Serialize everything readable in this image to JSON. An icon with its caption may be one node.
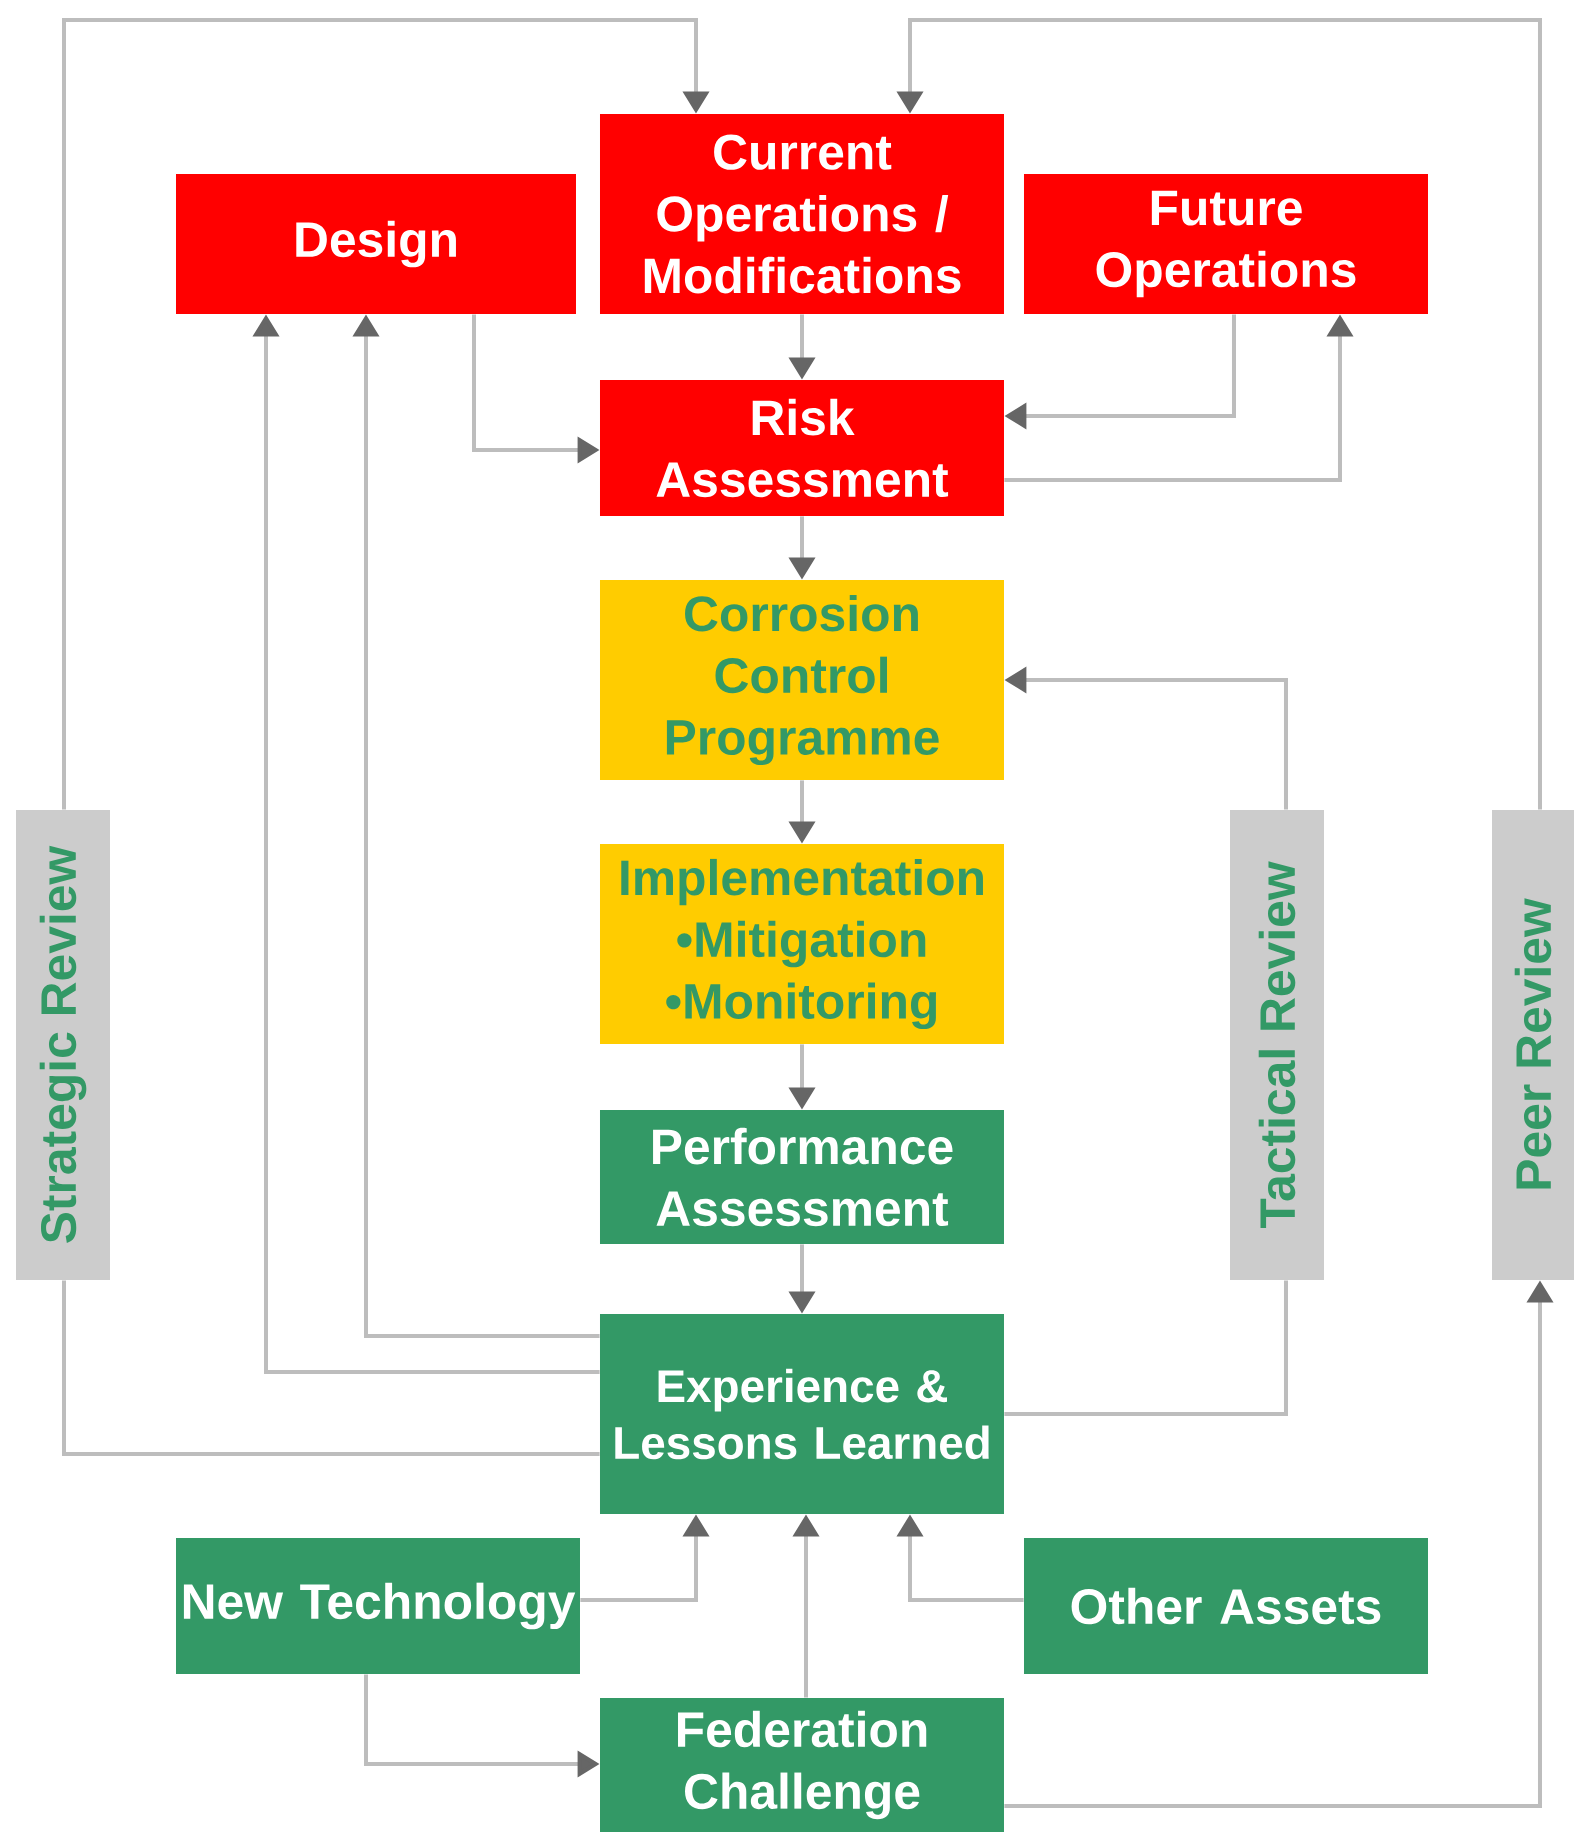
{
  "diagram": {
    "nodes": [
      {
        "text": [
          "Current Operations / Modifications"
        ]
      },
      {
        "text": [
          "Design"
        ]
      },
      {
        "text": [
          "Future Operations"
        ]
      },
      {
        "text": [
          "Risk Assessment"
        ]
      },
      {
        "text": [
          "Corrosion Control Programme"
        ]
      },
      {
        "text": [
          "Implementation",
          "•Mitigation",
          "•Monitoring"
        ]
      },
      {
        "text": [
          "Performance Assessment"
        ]
      },
      {
        "text": [
          "Experience & Lessons Learned"
        ]
      },
      {
        "text": [
          "New Technology"
        ]
      },
      {
        "text": [
          "Other Assets"
        ]
      },
      {
        "text": [
          "Federation Challenge"
        ]
      },
      {
        "text": [
          "Strategic Review"
        ]
      },
      {
        "text": [
          "Tactical Review"
        ]
      },
      {
        "text": [
          "Peer Review"
        ]
      }
    ],
    "edges": [
      {
        "from": 0,
        "to": 3,
        "arrow": "to"
      },
      {
        "from": 3,
        "to": 4,
        "arrow": "to"
      },
      {
        "from": 4,
        "to": 5,
        "arrow": "to"
      },
      {
        "from": 5,
        "to": 6,
        "arrow": "to"
      },
      {
        "from": 6,
        "to": 7,
        "arrow": "to"
      },
      {
        "from": 1,
        "to": 3,
        "arrow": "to"
      },
      {
        "from": 2,
        "to": 3,
        "arrow": "to"
      },
      {
        "from": 3,
        "to": 2,
        "arrow": "to"
      },
      {
        "from": 7,
        "to": 1,
        "arrow": "to"
      },
      {
        "from": 7,
        "to": 1,
        "arrow": "to"
      },
      {
        "from": 7,
        "to": 11,
        "arrow": "none"
      },
      {
        "from": 11,
        "to": 0,
        "arrow": "to"
      },
      {
        "from": 7,
        "to": 12,
        "arrow": "none"
      },
      {
        "from": 12,
        "to": 4,
        "arrow": "to"
      },
      {
        "from": 8,
        "to": 7,
        "arrow": "to"
      },
      {
        "from": 10,
        "to": 7,
        "arrow": "to"
      },
      {
        "from": 9,
        "to": 7,
        "arrow": "to"
      },
      {
        "from": 8,
        "to": 10,
        "arrow": "to"
      },
      {
        "from": 10,
        "to": 13,
        "arrow": "to"
      },
      {
        "from": 13,
        "to": 0,
        "arrow": "to"
      }
    ]
  }
}
